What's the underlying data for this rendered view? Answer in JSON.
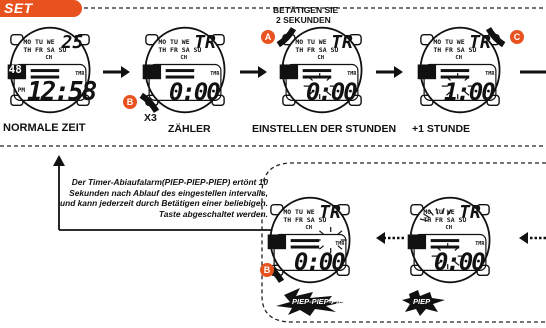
{
  "header": {
    "title": "SET TIMER"
  },
  "instruction": {
    "line1": "BETÄTIGEN SIE",
    "line2": "2 SEKUNDEN"
  },
  "x3_label": "X3",
  "labels": {
    "normal_time": "NORMALE ZEIT",
    "counter": "ZÄHLER",
    "set_hours": "EINSTELLEN DER STUNDEN",
    "plus_hour": "+1  STUNDE"
  },
  "buttons": {
    "a": "A",
    "b": "B",
    "c": "C"
  },
  "note": "Der Timer-Abiaufalarm(PIEP-PIEP-PIEP) ertönt 10 Sekunden nach Ablauf des eingestellen intervalls, und kann jederzeit durch Betätigen einer beliebigen. Taste abgeschaltet werden.",
  "beeps": {
    "triple": "PIEP-PIEP-PIEP",
    "single": "PIEP"
  },
  "watch1": {
    "days1": "MO TU WE",
    "days2": "TH FR SA SU",
    "date": "25",
    "seconds": "48",
    "pm": "PM",
    "time": "12:58",
    "tmr": "TMR",
    "ch": "CH"
  },
  "watch_timer": {
    "days1": "MO TU WE",
    "days2": "TH FR SA SU",
    "mode": "TR",
    "ch": "CH",
    "tmr": "TMR"
  },
  "watch2": {
    "display": "0:00"
  },
  "watch3": {
    "display": "0:00"
  },
  "watch4": {
    "display": "1:00"
  },
  "watch5": {
    "display": "0:00"
  },
  "watch6": {
    "display": "0:00"
  }
}
